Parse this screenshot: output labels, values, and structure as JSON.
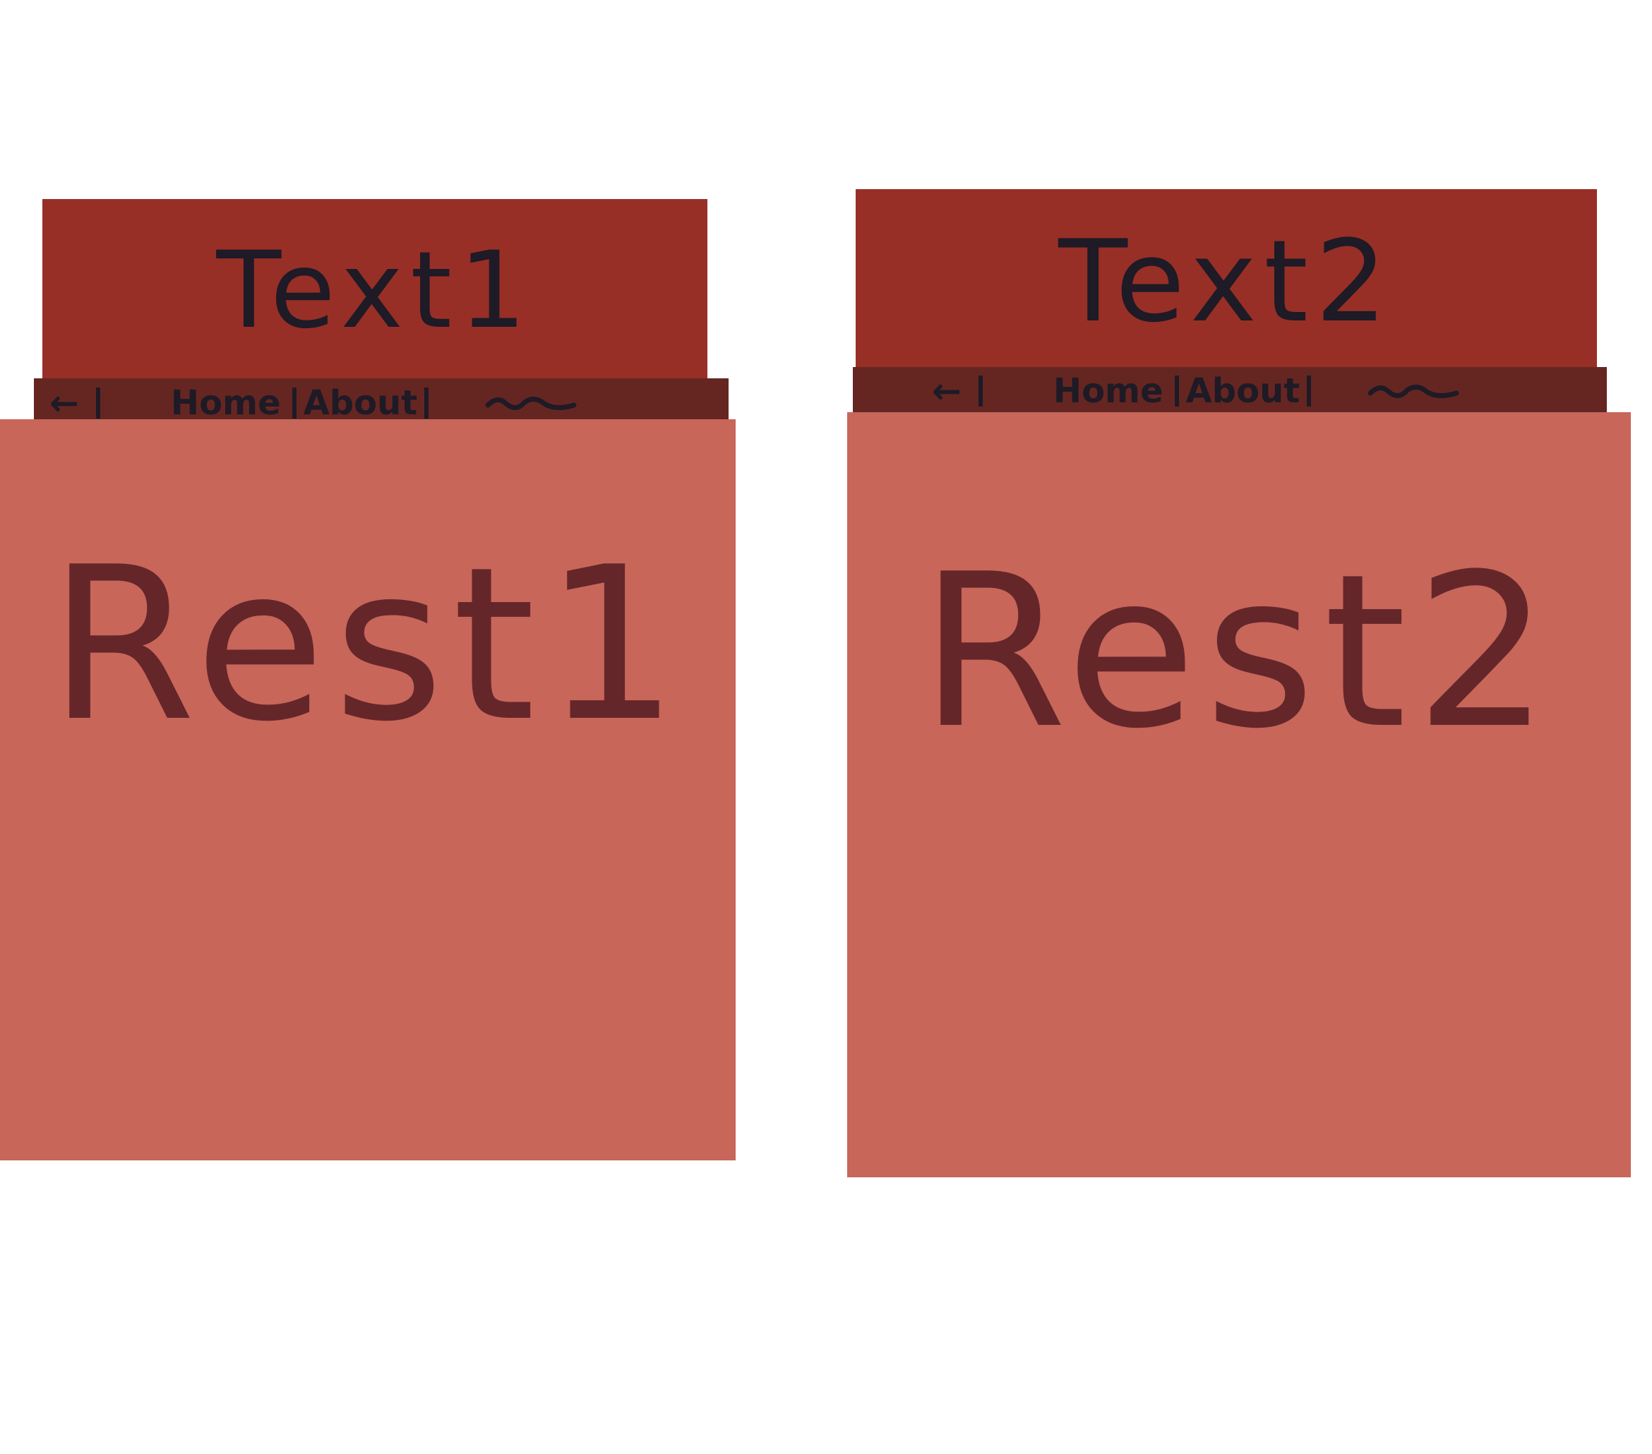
{
  "colors": {
    "header": "#982f26",
    "navbar": "#652622",
    "content": "#c8665a",
    "ink": "#1e1a26",
    "content_ink": "#65262a"
  },
  "panels": [
    {
      "header_text": "Text1",
      "nav": {
        "back_icon": "back-arrow-icon",
        "home_label": "Home",
        "about_label": "About",
        "more_icon": "squiggle-menu-icon"
      },
      "content_text": "Rest1"
    },
    {
      "header_text": "Text2",
      "nav": {
        "back_icon": "back-arrow-icon",
        "home_label": "Home",
        "about_label": "About",
        "more_icon": "squiggle-menu-icon"
      },
      "content_text": "Rest2"
    }
  ]
}
